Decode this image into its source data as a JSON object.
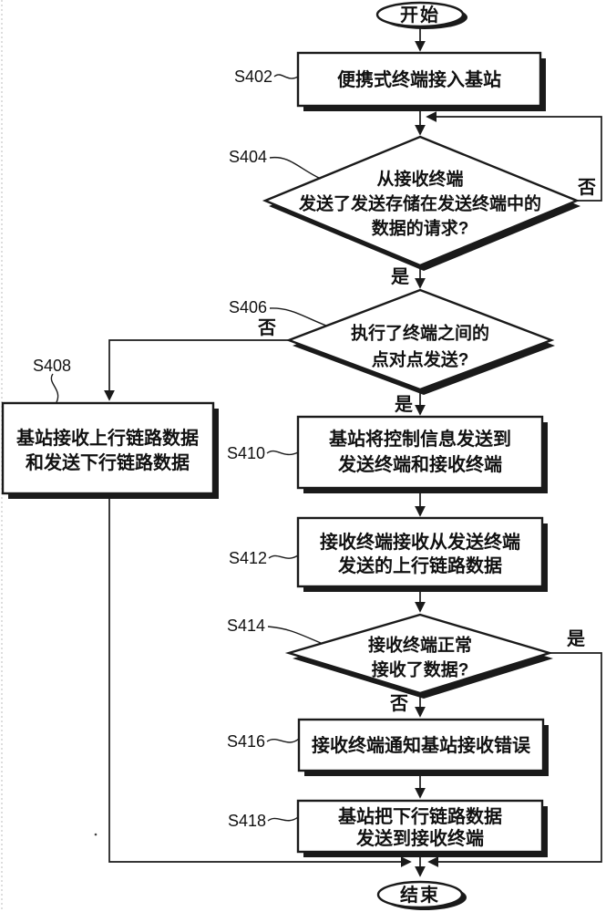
{
  "figure": {
    "type": "flowchart",
    "language": "zh-CN",
    "description": "Patent-style flowchart of a base-station / terminal data transmission procedure"
  },
  "terminals": {
    "start": "开始",
    "end": "结束"
  },
  "nodes": {
    "s402": {
      "step": "S402",
      "lines": [
        "便携式终端接入基站"
      ]
    },
    "s404": {
      "step": "S404",
      "lines": [
        "从接收终端",
        "发送了发送存储在发送终端中的",
        "数据的请求?"
      ]
    },
    "s406": {
      "step": "S406",
      "lines": [
        "执行了终端之间的",
        "点对点发送?"
      ]
    },
    "s408": {
      "step": "S408",
      "lines": [
        "基站接收上行链路数据",
        "和发送下行链路数据"
      ]
    },
    "s410": {
      "step": "S410",
      "lines": [
        "基站将控制信息发送到",
        "发送终端和接收终端"
      ]
    },
    "s412": {
      "step": "S412",
      "lines": [
        "接收终端接收从发送终端",
        "发送的上行链路数据"
      ]
    },
    "s414": {
      "step": "S414",
      "lines": [
        "接收终端正常",
        "接收了数据?"
      ]
    },
    "s416": {
      "step": "S416",
      "lines": [
        "接收终端通知基站接收错误"
      ]
    },
    "s418": {
      "step": "S418",
      "lines": [
        "基站把下行链路数据",
        "发送到接收终端"
      ]
    }
  },
  "branches": {
    "s404_no": "否",
    "s404_yes": "是",
    "s406_no": "否",
    "s406_yes": "是",
    "s414_yes": "是",
    "s414_no": "否"
  },
  "colors": {
    "ink": "#1a1a1a",
    "paper": "#ffffff"
  }
}
